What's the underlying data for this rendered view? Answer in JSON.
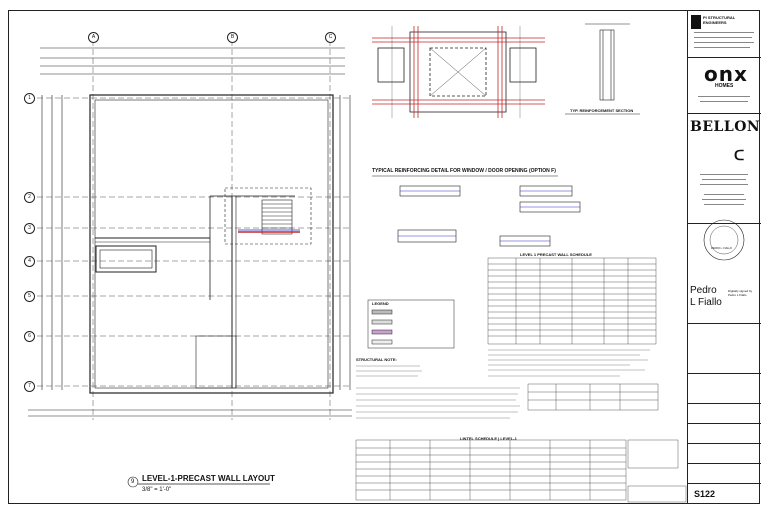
{
  "title_block": {
    "engineer_name": "PI STRUCTURAL ENGINEERS",
    "client_logo": "onx",
    "client_sub": "HOMES",
    "project_logo": "BELLON",
    "seal_text": "PEDRO L. FIALLO",
    "signer_first": "Pedro",
    "signer_last": "L Fiallo",
    "signer_note": "Digitally signed by Pedro L Fiallo",
    "sheet_number": "S122"
  },
  "drawing": {
    "plan_title": "LEVEL-1-PRECAST WALL LAYOUT",
    "plan_scale": "3/8\" = 1'-0\"",
    "plan_number": "9",
    "detail_title": "TYPICAL REINFORCING DETAIL FOR WINDOW / DOOR OPENING (OPTION F)",
    "section_title": "TYP. REINFORCEMENT SECTION",
    "schedule_title": "LEVEL 1 PRECAST WALL SCHEDULE",
    "lintel_title": "LINTEL SCHEDULE | LEVEL-1",
    "structural_notes_title": "STRUCTURAL NOTE:",
    "legend_title": "LEGEND"
  },
  "grid": {
    "columns": [
      "A",
      "B",
      "C"
    ],
    "rows": [
      "1",
      "2",
      "3",
      "4",
      "5",
      "6",
      "7"
    ]
  },
  "colors": {
    "line": "#222222",
    "red": "#c0282a",
    "blue": "#2a2ad0"
  }
}
